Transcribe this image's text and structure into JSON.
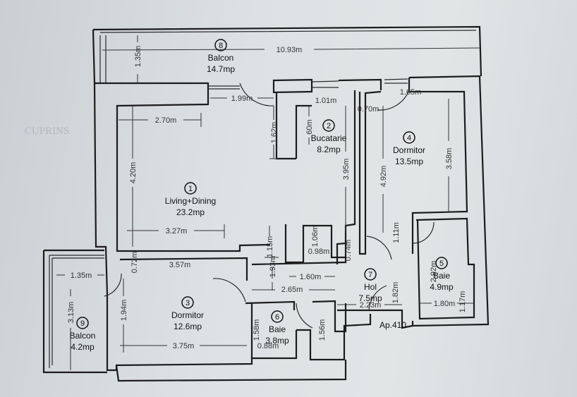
{
  "background_text": {
    "heading": "CUPRINS"
  },
  "apartment_label": "Ap.410",
  "rooms": [
    {
      "number": "1",
      "name": "Living+Dining",
      "area": "23.2mp"
    },
    {
      "number": "2",
      "name": "Bucatarie",
      "area": "8.2mp"
    },
    {
      "number": "3",
      "name": "Dormitor",
      "area": "12.6mp"
    },
    {
      "number": "4",
      "name": "Dormitor",
      "area": "13.5mp"
    },
    {
      "number": "5",
      "name": "Baie",
      "area": "4.9mp"
    },
    {
      "number": "6",
      "name": "Baie",
      "area": "3.8mp"
    },
    {
      "number": "7",
      "name": "Hol",
      "area": "7.5mp"
    },
    {
      "number": "8",
      "name": "Balcon",
      "area": "14.7mp"
    },
    {
      "number": "9",
      "name": "Balcon",
      "area": "4.2mp"
    }
  ],
  "dimensions": [
    "10.93m",
    "1.35m",
    "1.99m",
    "2.70m",
    "1.62m",
    "60m",
    "1.01m",
    "0.70m",
    "1.65m",
    "3.58m",
    "3.95m",
    "4.92m",
    "4.20m",
    "3.27m",
    "1.15m",
    "1.06m",
    "0.98m",
    "0.74m",
    "1.11m",
    "0.72m",
    "3.57m",
    "1.35m",
    "1.93m",
    "1.60m",
    "2.92m",
    "2.65m",
    "1.82m",
    "1.17m",
    "2.23m",
    "1.80m",
    "3.13m",
    "1.94m",
    "1.58m",
    "1.56m",
    "3.75m",
    "0.88m"
  ]
}
